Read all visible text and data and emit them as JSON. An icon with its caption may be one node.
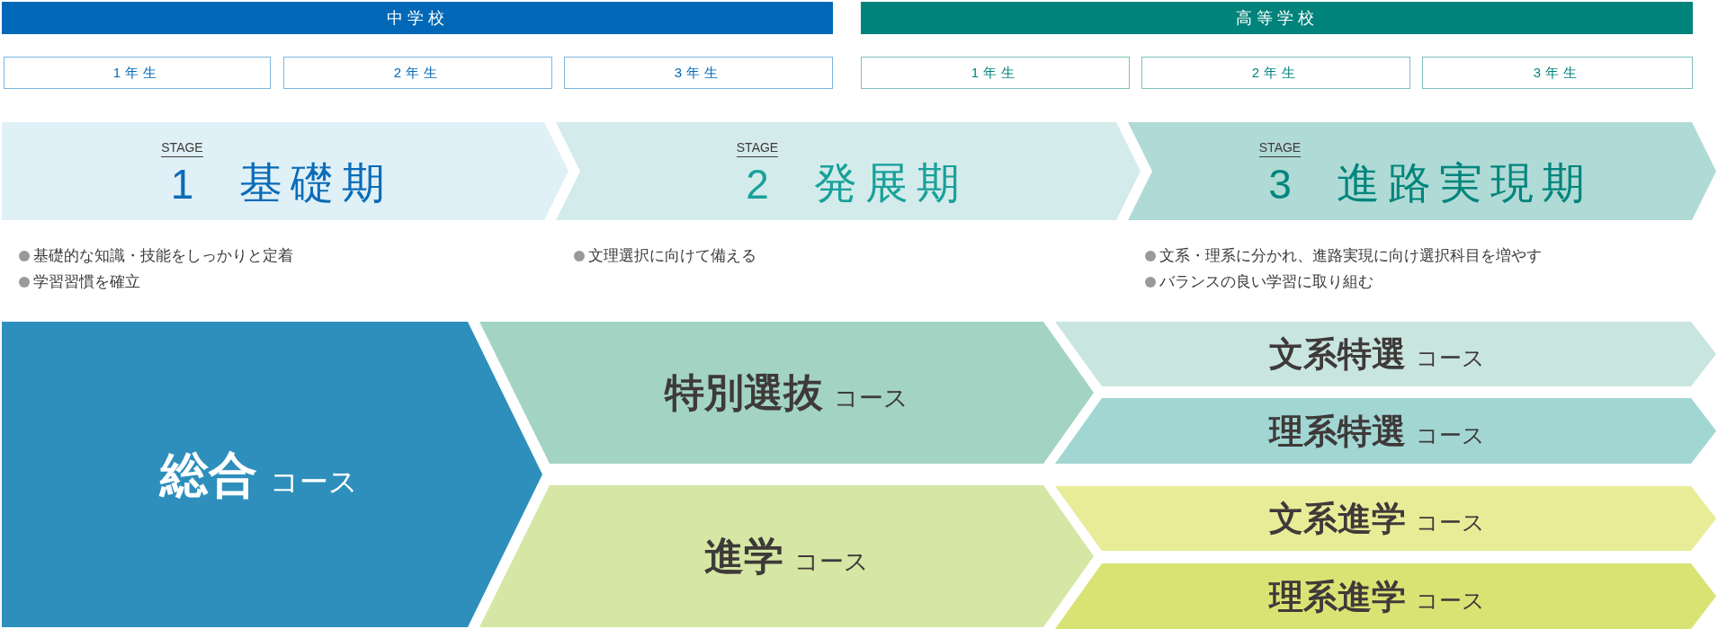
{
  "diagram": {
    "nodes": [
      {
        "text": [
          "中学校"
        ]
      },
      {
        "text": [
          "高等学校"
        ]
      },
      {
        "text": [
          "1年生"
        ]
      },
      {
        "text": [
          "2年生"
        ]
      },
      {
        "text": [
          "3年生"
        ]
      },
      {
        "text": [
          "1年生"
        ]
      },
      {
        "text": [
          "2年生"
        ]
      },
      {
        "text": [
          "3年生"
        ]
      },
      {
        "text": [
          "STAGE",
          "1",
          "基礎期"
        ],
        "beside": [
          "基礎的な知識・技能をしっかりと定着",
          "学習習慣を確立"
        ]
      },
      {
        "text": [
          "STAGE",
          "2",
          "発展期"
        ],
        "beside": [
          "文理選択に向けて備える"
        ]
      },
      {
        "text": [
          "STAGE",
          "3",
          "進路実現期"
        ],
        "beside": [
          "文系・理系に分かれ、進路実現に向け選択科目を増やす",
          "バランスの良い学習に取り組む"
        ]
      },
      {
        "text": [
          "総合",
          "コース"
        ]
      },
      {
        "text": [
          "特別選抜",
          "コース"
        ]
      },
      {
        "text": [
          "文系特選",
          "コース"
        ]
      },
      {
        "text": [
          "理系特選",
          "コース"
        ]
      },
      {
        "text": [
          "進学",
          "コース"
        ]
      },
      {
        "text": [
          "文系進学",
          "コース"
        ]
      },
      {
        "text": [
          "理系進学",
          "コース"
        ]
      }
    ]
  }
}
